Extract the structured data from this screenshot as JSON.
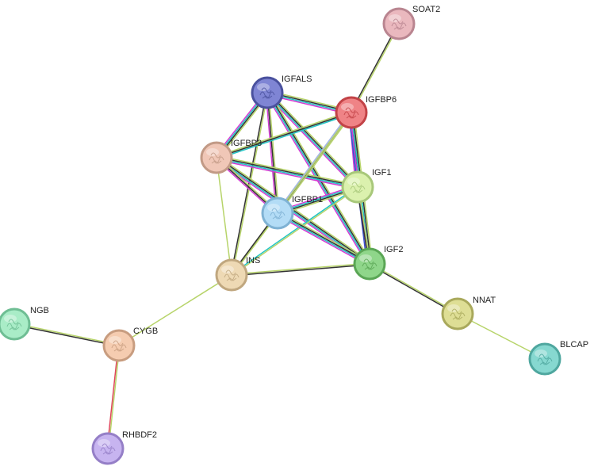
{
  "network": {
    "nodes": [
      {
        "id": "SOAT2",
        "label": "SOAT2",
        "fill": "#eab8be",
        "stroke": "#b98590"
      },
      {
        "id": "IGFALS",
        "label": "IGFALS",
        "fill": "#7f85d4",
        "stroke": "#4a519e"
      },
      {
        "id": "IGFBP6",
        "label": "IGFBP6",
        "fill": "#ef8386",
        "stroke": "#c24347"
      },
      {
        "id": "IGFBP3",
        "label": "IGFBP3",
        "fill": "#f0c7b7",
        "stroke": "#c29a86"
      },
      {
        "id": "IGF1",
        "label": "IGF1",
        "fill": "#dbf1ae",
        "stroke": "#a8c87a"
      },
      {
        "id": "IGFBP1",
        "label": "IGFBP1",
        "fill": "#b3dcf6",
        "stroke": "#7fb2d4"
      },
      {
        "id": "IGF2",
        "label": "IGF2",
        "fill": "#8fd68a",
        "stroke": "#5aa655"
      },
      {
        "id": "INS",
        "label": "INS",
        "fill": "#eed9b4",
        "stroke": "#c0a77f"
      },
      {
        "id": "NNAT",
        "label": "NNAT",
        "fill": "#dede95",
        "stroke": "#a9a95c"
      },
      {
        "id": "BLCAP",
        "label": "BLCAP",
        "fill": "#86d8d0",
        "stroke": "#4fa79f"
      },
      {
        "id": "NGB",
        "label": "NGB",
        "fill": "#a9ecc7",
        "stroke": "#6fbe94"
      },
      {
        "id": "CYGB",
        "label": "CYGB",
        "fill": "#f5ccb0",
        "stroke": "#c89d80"
      },
      {
        "id": "RHBDF2",
        "label": "RHBDF2",
        "fill": "#c7b4f0",
        "stroke": "#957fc7"
      }
    ],
    "edges": [
      {
        "source": "SOAT2",
        "target": "IGFBP6",
        "colors": [
          "#b7d46a",
          "#333333"
        ]
      },
      {
        "source": "IGFALS",
        "target": "IGFBP6",
        "colors": [
          "#b7d46a",
          "#333333",
          "#21c4c4",
          "#d23cd2"
        ]
      },
      {
        "source": "IGFALS",
        "target": "IGFBP3",
        "colors": [
          "#b7d46a",
          "#333333",
          "#21c4c4",
          "#d23cd2"
        ]
      },
      {
        "source": "IGFALS",
        "target": "IGF1",
        "colors": [
          "#b7d46a",
          "#333333",
          "#21c4c4",
          "#d23cd2"
        ]
      },
      {
        "source": "IGFALS",
        "target": "IGF2",
        "colors": [
          "#b7d46a",
          "#333333",
          "#21c4c4",
          "#d23cd2"
        ]
      },
      {
        "source": "IGFALS",
        "target": "IGFBP1",
        "colors": [
          "#b7d46a",
          "#333333",
          "#d23cd2"
        ]
      },
      {
        "source": "IGFALS",
        "target": "INS",
        "colors": [
          "#b7d46a",
          "#333333"
        ]
      },
      {
        "source": "IGFBP3",
        "target": "IGFBP6",
        "colors": [
          "#b7d46a",
          "#333333",
          "#21c4c4"
        ]
      },
      {
        "source": "IGFBP3",
        "target": "IGF1",
        "colors": [
          "#b7d46a",
          "#333333",
          "#21c4c4",
          "#d23cd2"
        ]
      },
      {
        "source": "IGFBP3",
        "target": "IGF2",
        "colors": [
          "#b7d46a",
          "#333333",
          "#21c4c4",
          "#d23cd2"
        ]
      },
      {
        "source": "IGFBP3",
        "target": "IGFBP1",
        "colors": [
          "#b7d46a",
          "#333333",
          "#d23cd2"
        ]
      },
      {
        "source": "IGFBP3",
        "target": "INS",
        "colors": [
          "#b7d46a"
        ]
      },
      {
        "source": "IGFBP6",
        "target": "IGF1",
        "colors": [
          "#b7d46a",
          "#333333",
          "#21c4c4",
          "#d23cd2"
        ]
      },
      {
        "source": "IGFBP6",
        "target": "IGF2",
        "colors": [
          "#b7d46a",
          "#333333",
          "#21c4c4",
          "#d23cd2",
          "#3c50d2"
        ]
      },
      {
        "source": "IGFBP6",
        "target": "IGFBP1",
        "colors": [
          "#b7d46a",
          "#333333",
          "#a0b4e6"
        ]
      },
      {
        "source": "IGFBP6",
        "target": "INS",
        "colors": [
          "#b7d46a"
        ]
      },
      {
        "source": "IGF1",
        "target": "IGFBP1",
        "colors": [
          "#b7d46a",
          "#333333",
          "#21c4c4",
          "#d23cd2"
        ]
      },
      {
        "source": "IGF1",
        "target": "IGF2",
        "colors": [
          "#b7d46a",
          "#333333"
        ]
      },
      {
        "source": "IGF1",
        "target": "INS",
        "colors": [
          "#b7d46a",
          "#21c4c4"
        ]
      },
      {
        "source": "IGFBP1",
        "target": "IGF2",
        "colors": [
          "#b7d46a",
          "#333333",
          "#21c4c4",
          "#d23cd2"
        ]
      },
      {
        "source": "IGFBP1",
        "target": "INS",
        "colors": [
          "#b7d46a",
          "#333333"
        ]
      },
      {
        "source": "INS",
        "target": "IGF2",
        "colors": [
          "#b7d46a",
          "#333333"
        ]
      },
      {
        "source": "IGF2",
        "target": "NNAT",
        "colors": [
          "#b7d46a",
          "#333333"
        ]
      },
      {
        "source": "NNAT",
        "target": "BLCAP",
        "colors": [
          "#b7d46a"
        ]
      },
      {
        "source": "INS",
        "target": "CYGB",
        "colors": [
          "#b7d46a"
        ]
      },
      {
        "source": "NGB",
        "target": "CYGB",
        "colors": [
          "#b7d46a",
          "#333333"
        ]
      },
      {
        "source": "CYGB",
        "target": "RHBDF2",
        "colors": [
          "#b7d46a",
          "#e0475b"
        ]
      }
    ]
  }
}
